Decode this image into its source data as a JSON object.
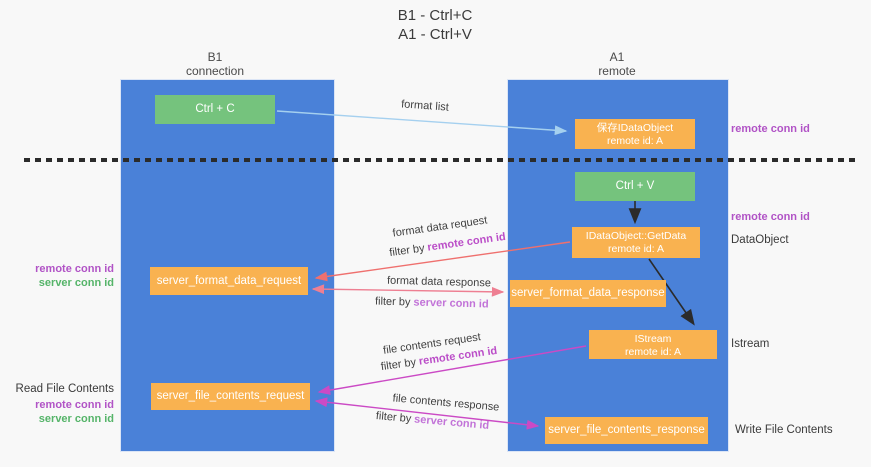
{
  "title": {
    "line1": "B1 - Ctrl+C",
    "line2": "A1 - Ctrl+V"
  },
  "lanes": {
    "left": {
      "title": "B1",
      "subtitle": "connection"
    },
    "right": {
      "title": "A1",
      "subtitle": "remote"
    }
  },
  "nodes": {
    "ctrl_c": {
      "label": "Ctrl + C"
    },
    "save_idataobject": {
      "line1": "保存IDataObject",
      "line2": "remote id: A"
    },
    "ctrl_v": {
      "label": "Ctrl + V"
    },
    "getdata": {
      "line1": "IDataObject::GetData",
      "line2": "remote id: A"
    },
    "server_format_data_request": {
      "label": "server_format_data_request"
    },
    "server_format_data_response": {
      "label": "server_format_data_response"
    },
    "istream": {
      "line1": "IStream",
      "line2": "remote id: A"
    },
    "server_file_contents_request": {
      "label": "server_file_contents_request"
    },
    "server_file_contents_response": {
      "label": "server_file_contents_response"
    }
  },
  "edges": {
    "format_list": {
      "label": "format list"
    },
    "format_data_request": {
      "label": "format data request",
      "filter_prefix": "filter by",
      "filter_key": "remote conn id"
    },
    "format_data_response": {
      "label": "format data response",
      "filter_prefix": "filter by",
      "filter_key": "server conn id"
    },
    "file_contents_request": {
      "label": "file contents request",
      "filter_prefix": "filter by",
      "filter_key": "remote conn id"
    },
    "file_contents_response": {
      "label": "file contents response",
      "filter_prefix": "filter by",
      "filter_key": "server conn id"
    }
  },
  "annotations": {
    "right": {
      "remote_conn_id_1": "remote conn id",
      "remote_conn_id_2": "remote conn id",
      "dataobject": "DataObject",
      "istream": "Istream",
      "write_file_contents": "Write File Contents"
    },
    "left": {
      "remote_conn_id_1": "remote conn id",
      "server_conn_id_1": "server conn id",
      "read_file_contents": "Read File Contents",
      "remote_conn_id_2": "remote conn id",
      "server_conn_id_2": "server conn id"
    }
  },
  "colors": {
    "lane_blue": "#4a81d8",
    "node_orange": "#f9b250",
    "node_green": "#75c37d",
    "arrow_lightblue": "#a5d0ef",
    "arrow_red": "#ef706e",
    "arrow_pink": "#ee7f92",
    "arrow_magenta": "#cb4ac5",
    "arrow_black": "#2b2b2b",
    "label_purple": "#b153c6",
    "label_green": "#55b469",
    "label_orchid": "#c273d8"
  }
}
